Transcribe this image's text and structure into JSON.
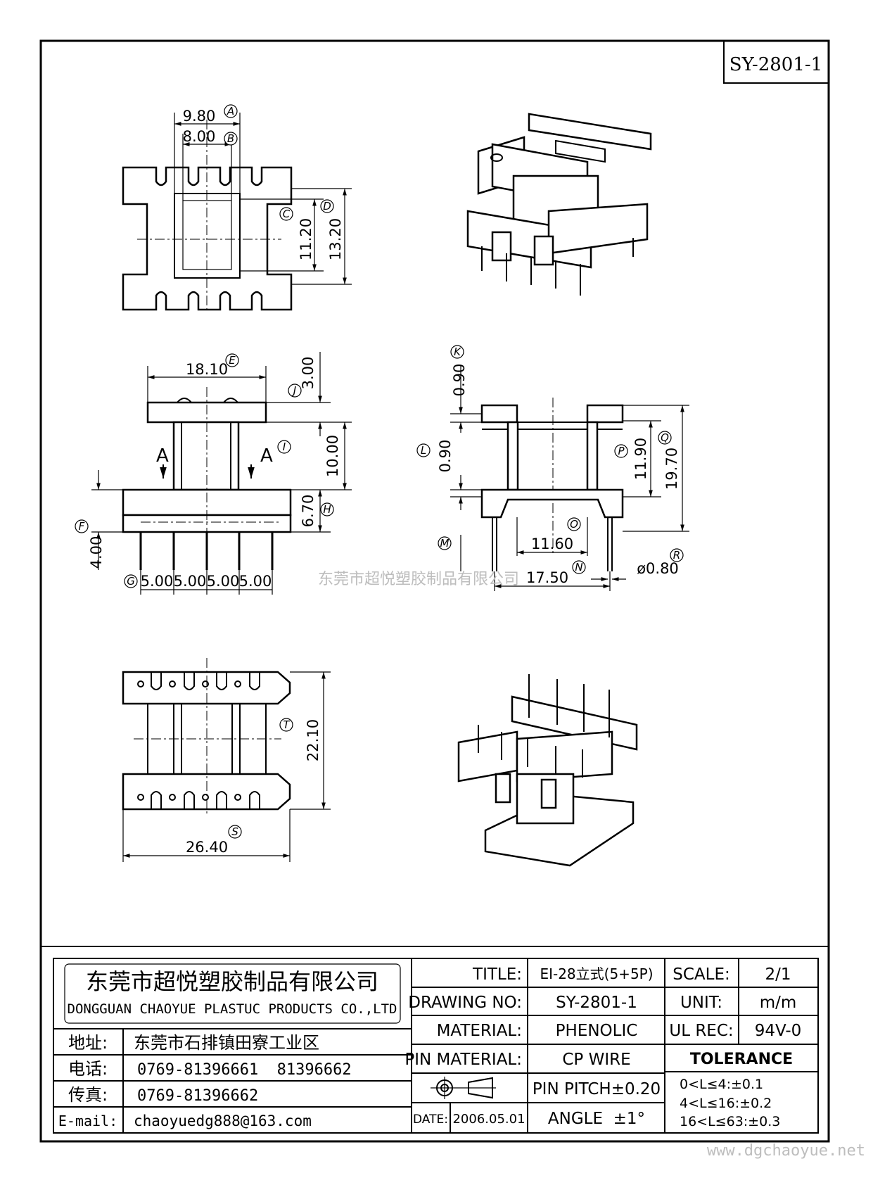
{
  "drawing_number_box": "SY-2801-1",
  "top_view": {
    "dim_a": "9.80",
    "dim_b": "8.00",
    "dim_c": "11.20",
    "dim_d": "13.20",
    "tag_a": "A",
    "tag_b": "B",
    "tag_c": "C",
    "tag_d": "D"
  },
  "front_view": {
    "dim_e": "18.10",
    "dim_j": "3.00",
    "dim_i": "10.00",
    "dim_h": "6.70",
    "dim_f": "4.00",
    "pitch": [
      "5.00",
      "5.00",
      "5.00",
      "5.00"
    ],
    "section_mark": "A",
    "tag_e": "E",
    "tag_j": "J",
    "tag_i": "I",
    "tag_h": "H",
    "tag_f": "F",
    "tag_g": "G"
  },
  "side_view": {
    "dim_k": "0.90",
    "dim_l": "0.90",
    "dim_p": "11.90",
    "dim_q": "19.70",
    "dim_o": "11.60",
    "dim_n": "17.50",
    "dim_r": "ø0.80",
    "tag_k": "K",
    "tag_l": "L",
    "tag_p": "P",
    "tag_q": "Q",
    "tag_o": "O",
    "tag_n": "N",
    "tag_r": "R",
    "tag_m": "M"
  },
  "bottom_view": {
    "dim_t": "22.10",
    "dim_s": "26.40",
    "tag_t": "T",
    "tag_s": "S"
  },
  "watermark_center": "东莞市超悦塑胶制品有限公司",
  "watermark_corner": "www.dgchaoyue.net",
  "title_block": {
    "company_cn": "东莞市超悦塑胶制品有限公司",
    "company_en": "DONGGUAN CHAOYUE PLASTUC PRODUCTS CO.,LTD",
    "address_label": "地址:",
    "address": "东莞市石排镇田寮工业区",
    "phone_label": "电话:",
    "phone": "0769-81396661  81396662",
    "fax_label": "传真:",
    "fax": "0769-81396662",
    "email_label": "E-mail:",
    "email": "chaoyuedg888@163.com",
    "title_label": "TITLE:",
    "title": "EI-28立式(5+5P)",
    "scale_label": "SCALE:",
    "scale": "2/1",
    "drawing_no_label": "DRAWING NO:",
    "drawing_no": "SY-2801-1",
    "unit_label": "UNIT:",
    "unit": "m/m",
    "material_label": "MATERIAL:",
    "material": "PHENOLIC",
    "ul_label": "UL REC:",
    "ul": "94V-0",
    "pin_material_label": "PIN MATERIAL:",
    "pin_material": "CP WIRE",
    "tolerance_label": "TOLERANCE",
    "pin_pitch": "PIN PITCH±0.20",
    "angle": "ANGLE  ±1°",
    "date_label": "DATE:",
    "date": "2006.05.01",
    "tol_1": "0<L≤4:±0.1",
    "tol_2": "4<L≤16:±0.2",
    "tol_3": "16<L≤63:±0.3"
  }
}
